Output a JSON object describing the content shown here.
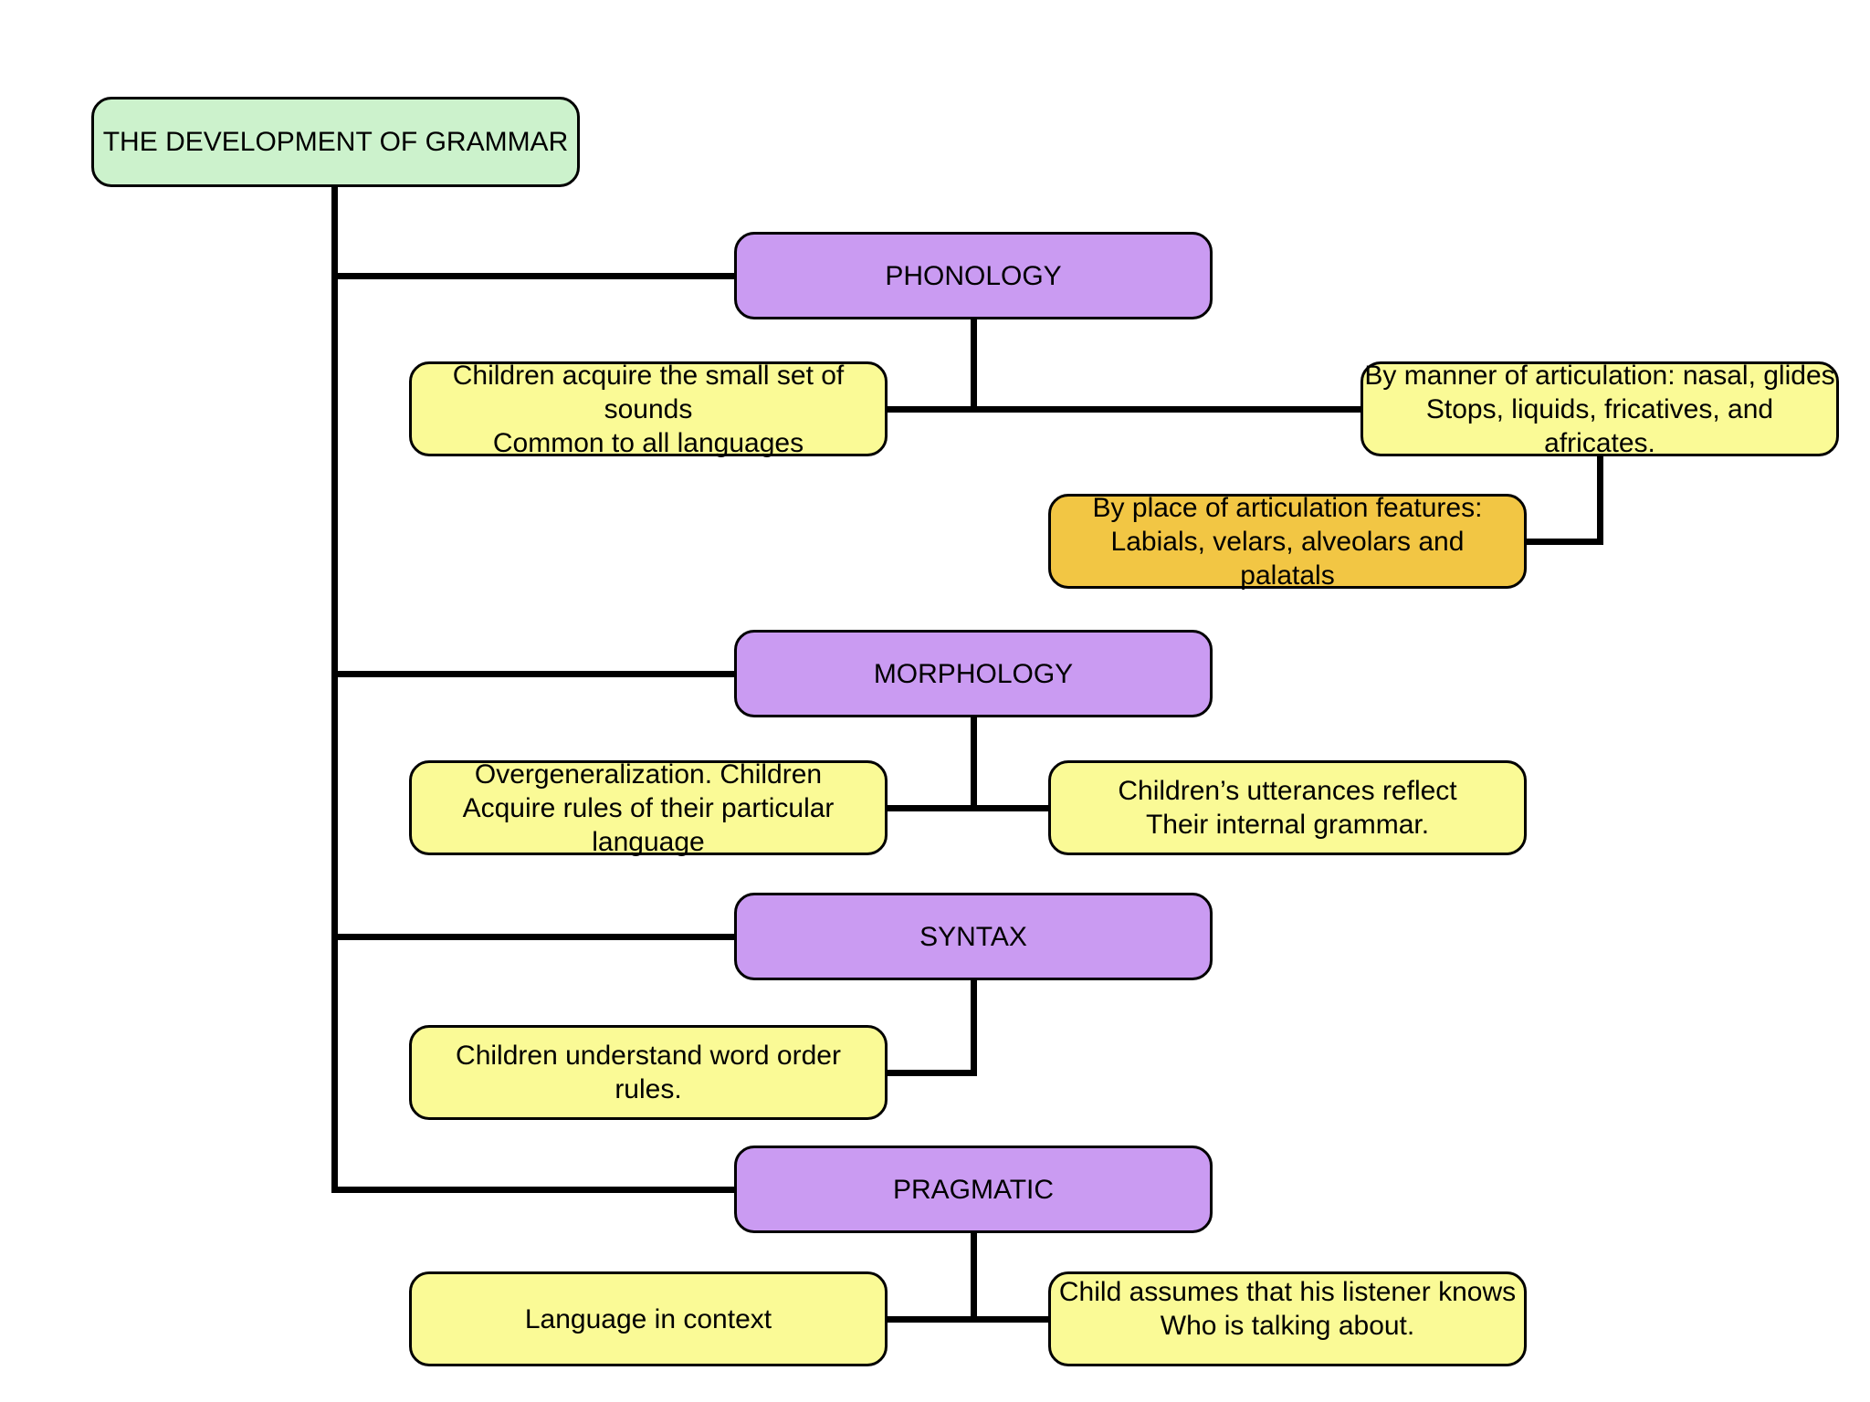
{
  "diagram": {
    "title": "THE DEVELOPMENT OF GRAMMAR",
    "colors": {
      "root_fill": "#ccf2cc",
      "category_fill": "#ca9bf2",
      "note_fill": "#fafa96",
      "highlight_note_fill": "#f2c644",
      "connector": "#000000"
    },
    "nodes": {
      "phonology": "PHONOLOGY",
      "morphology": "MORPHOLOGY",
      "syntax": "SYNTAX",
      "pragmatic": "PRAGMATIC"
    },
    "notes": {
      "phonology_left_lines": [
        "Children acquire the small set of",
        "sounds",
        "Common to all languages"
      ],
      "phonology_right_lines": [
        "By manner of articulation: nasal, glides",
        "Stops, liquids, fricatives, and",
        "africates."
      ],
      "place_of_articulation_lines": [
        "By place of articulation features:",
        "Labials, velars, alveolars and",
        "palatals"
      ],
      "morphology_left_lines": [
        "Overgeneralization. Children",
        "Acquire rules of their particular",
        "language"
      ],
      "morphology_right_lines": [
        "Children’s utterances reflect",
        "Their internal grammar."
      ],
      "syntax_left_lines": [
        "Children understand word order",
        "rules."
      ],
      "pragmatic_left_lines": [
        "Language in context"
      ],
      "pragmatic_right_lines": [
        "Child assumes that his listener knows",
        "Who is talking about."
      ]
    }
  }
}
